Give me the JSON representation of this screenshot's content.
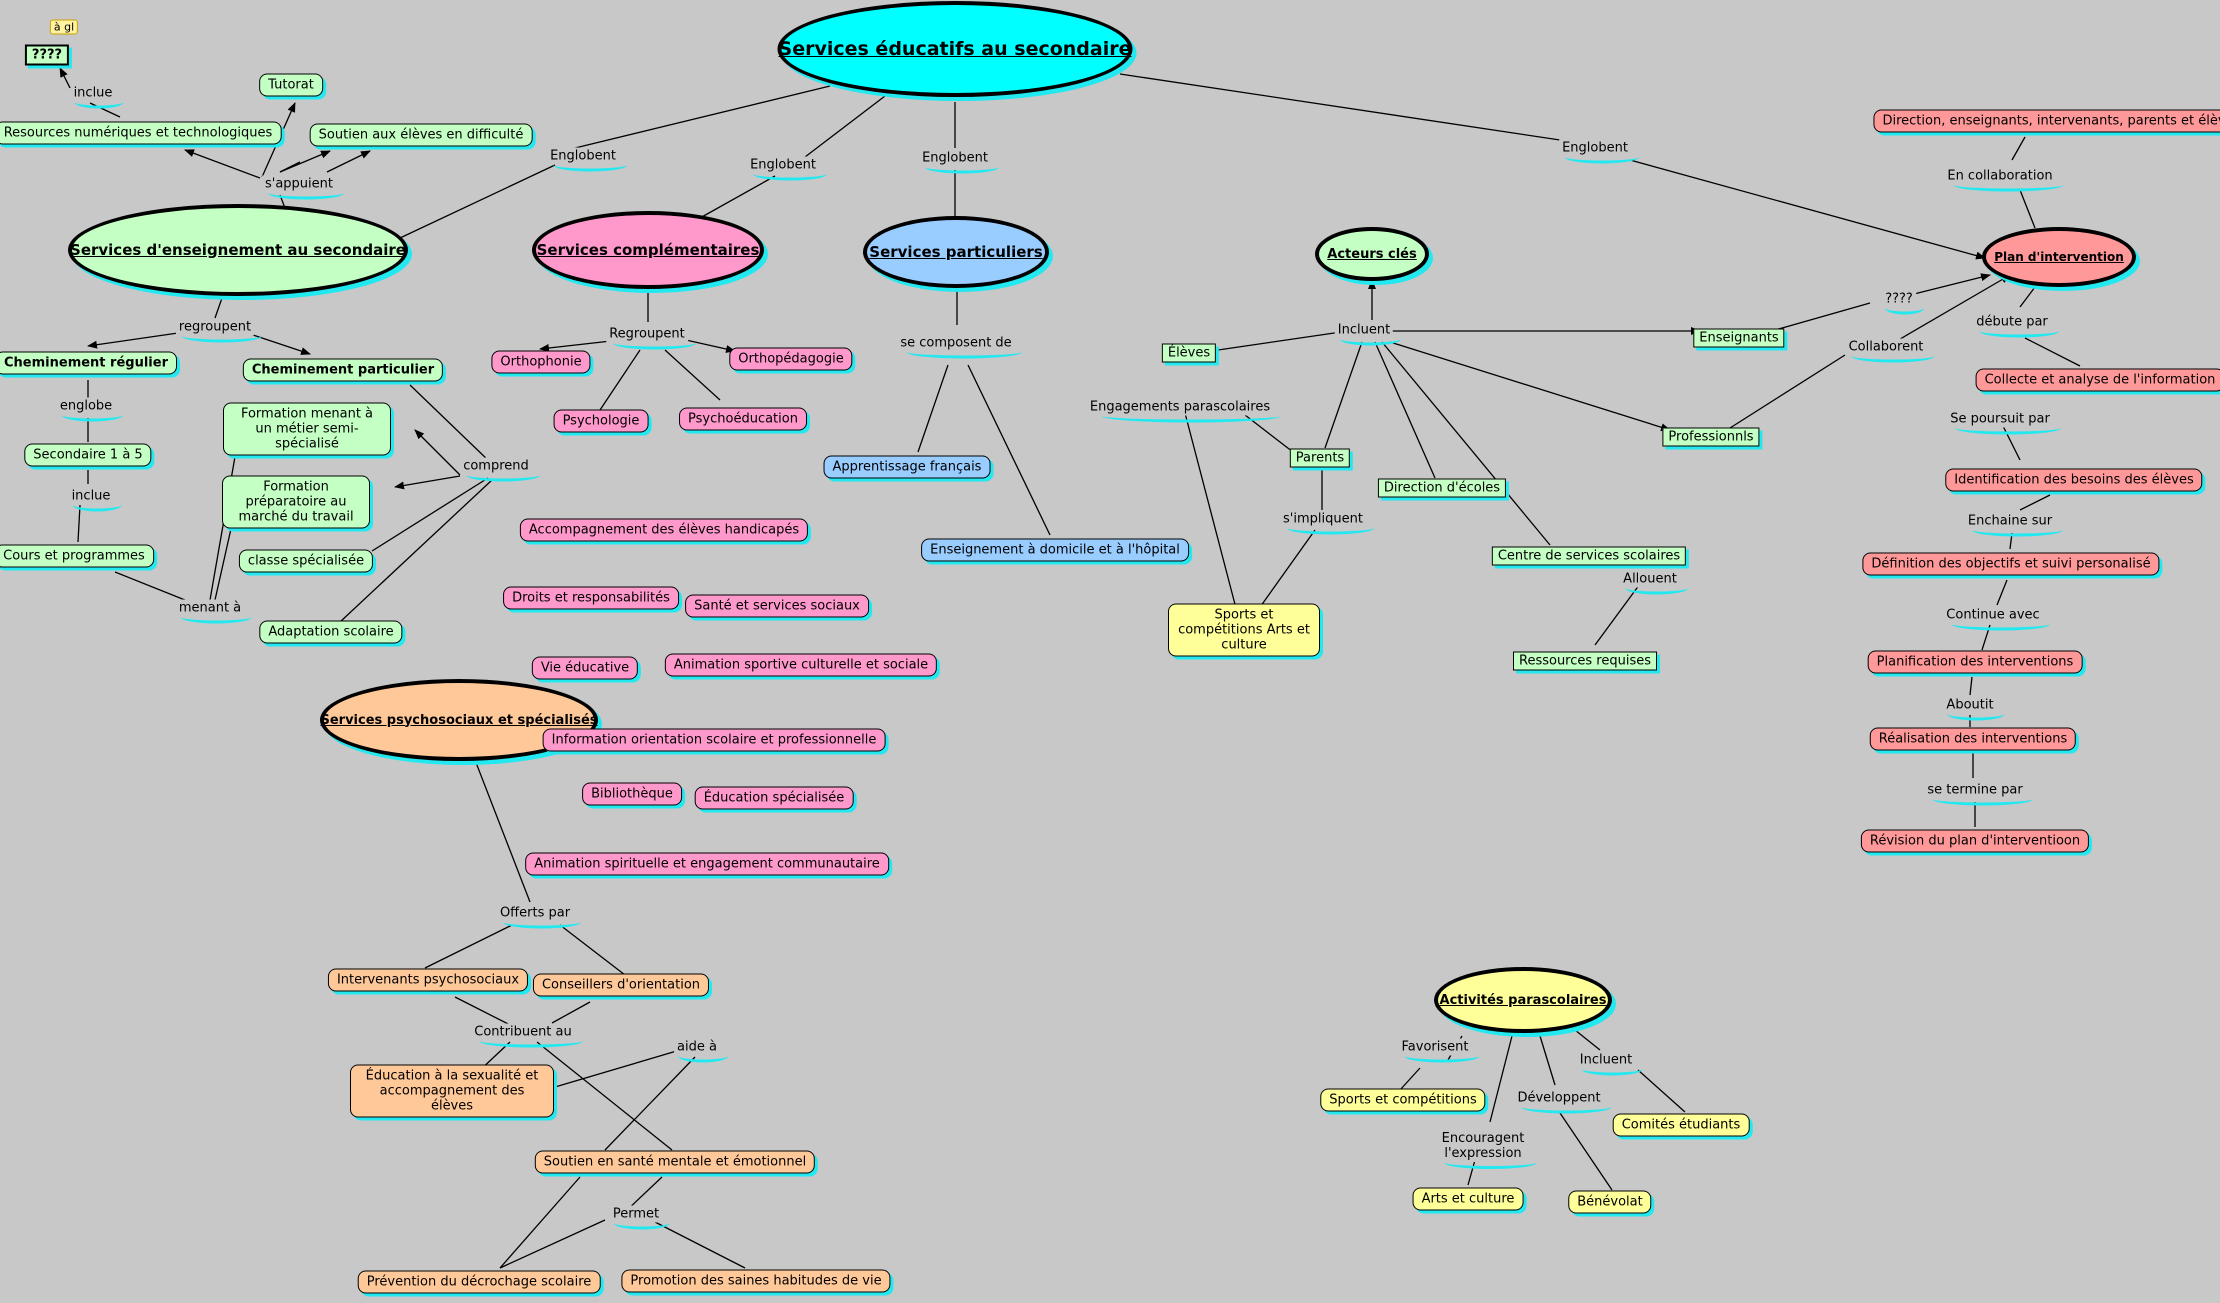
{
  "colors": {
    "teal": "#00ffff",
    "green": "#c4ffc4",
    "pink": "#ff99cc",
    "blue": "#99ccff",
    "orange": "#ffc899",
    "yellow": "#ffff99",
    "red": "#ff9999",
    "cyan_shadow": "#22e8f0",
    "background": "#c8c8c8"
  },
  "map": {
    "title": "Services éducatifs au secondaire",
    "hubs": {
      "enseignement": "Services d'enseignement au secondaire",
      "complementaires": "Services complémentaires",
      "particuliers": "Services particuliers",
      "psycho": "Services psychosociaux et spécialisés",
      "acteurs": "Acteurs clés",
      "parascolaires": "Activités parascolaires",
      "plan": "Plan d'intervention"
    },
    "links": {
      "englobent": "Englobent",
      "sappuient": "s'appuient",
      "inclue": "inclue",
      "regroupent_low": "regroupent",
      "englobe": "englobe",
      "menant": "menant à",
      "comprend": "comprend",
      "regroupent": "Regroupent",
      "composent": "se composent de",
      "incluent": "Incluent",
      "simpliquent": "s'impliquent",
      "allouent": "Allouent",
      "collaborent": "Collaborent",
      "unknown": "????",
      "collaboration": "En collaboration",
      "debute": "débute par",
      "poursuit": "Se poursuit par",
      "enchaine": "Enchaine sur",
      "continue": "Continue avec",
      "aboutit": "Aboutit",
      "termine": "se termine par",
      "offerts": "Offerts par",
      "contribuent": "Contribuent au",
      "aide": "aide à",
      "permet": "Permet",
      "favorisent": "Favorisent",
      "developpent": "Développent",
      "incluent_para": "Incluent",
      "encouragent": "Encouragent l'expression"
    },
    "enseignement_nodes": {
      "unknown_box": "????",
      "tiny_tag": "à gl",
      "tutorat": "Tutorat",
      "ressources": "Resources numériques et technologiques",
      "soutien": "Soutien aux élèves en difficulté",
      "regulier": "Cheminement régulier",
      "particulier": "Cheminement particulier",
      "secondaire": "Secondaire 1 à 5",
      "cours": "Cours et programmes",
      "semi": "Formation menant à un métier semi-spécialisé",
      "marche": "Formation préparatoire au marché du travail",
      "classe": "classe spécialisée",
      "adaptation": "Adaptation scolaire"
    },
    "complementaires_nodes": {
      "orthophonie": "Orthophonie",
      "orthopedagogie": "Orthopédagogie",
      "psychologie": "Psychologie",
      "psychoeducation": "Psychoéducation",
      "handicapes": "Accompagnement des élèves handicapés",
      "droits": "Droits et responsabilités",
      "sante": "Santé et services sociaux",
      "vie": "Vie éducative",
      "animation": "Animation sportive culturelle et sociale",
      "information": "Information orientation scolaire et professionnelle",
      "bibliotheque": "Bibliothèque",
      "education_specialisee": "Éducation spécialisée",
      "spirituelle": "Animation spirituelle et engagement communautaire"
    },
    "particuliers_nodes": {
      "francais": "Apprentissage français",
      "domicile": "Enseignement à domicile et à l'hôpital"
    },
    "acteurs_nodes": {
      "eleves": "Élèves",
      "engagements": "Engagements parascolaires",
      "parents": "Parents",
      "direction": "Direction d'écoles",
      "centre": "Centre de services scolaires",
      "enseignants": "Enseignants",
      "professionnels": "Professionnls",
      "ressources": "Ressources requises",
      "sports_arts": "Sports et compétitions Arts et culture"
    },
    "plan_nodes": {
      "direction": "Direction, enseignants, intervenants, parents et élève",
      "collecte": "Collecte et analyse de l'information",
      "identification": "Identification des besoins des élèves",
      "definition": "Définition des objectifs et suivi personalisé",
      "planification": "Planification des interventions",
      "realisation": "Réalisation des interventions",
      "revision": "Révision du plan d'interventioon"
    },
    "psycho_nodes": {
      "intervenants": "Intervenants psychosociaux",
      "conseillers": "Conseillers d'orientation",
      "sexualite": "Éducation à la sexualité et accompagnement des élèves",
      "sante_mentale": "Soutien en santé mentale et émotionnel",
      "decrochage": "Prévention du décrochage scolaire",
      "habitudes": "Promotion des saines habitudes de vie"
    },
    "parascolaires_nodes": {
      "sports": "Sports et compétitions",
      "arts": "Arts et culture",
      "benevolat": "Bénévolat",
      "comites": "Comités étudiants"
    }
  }
}
